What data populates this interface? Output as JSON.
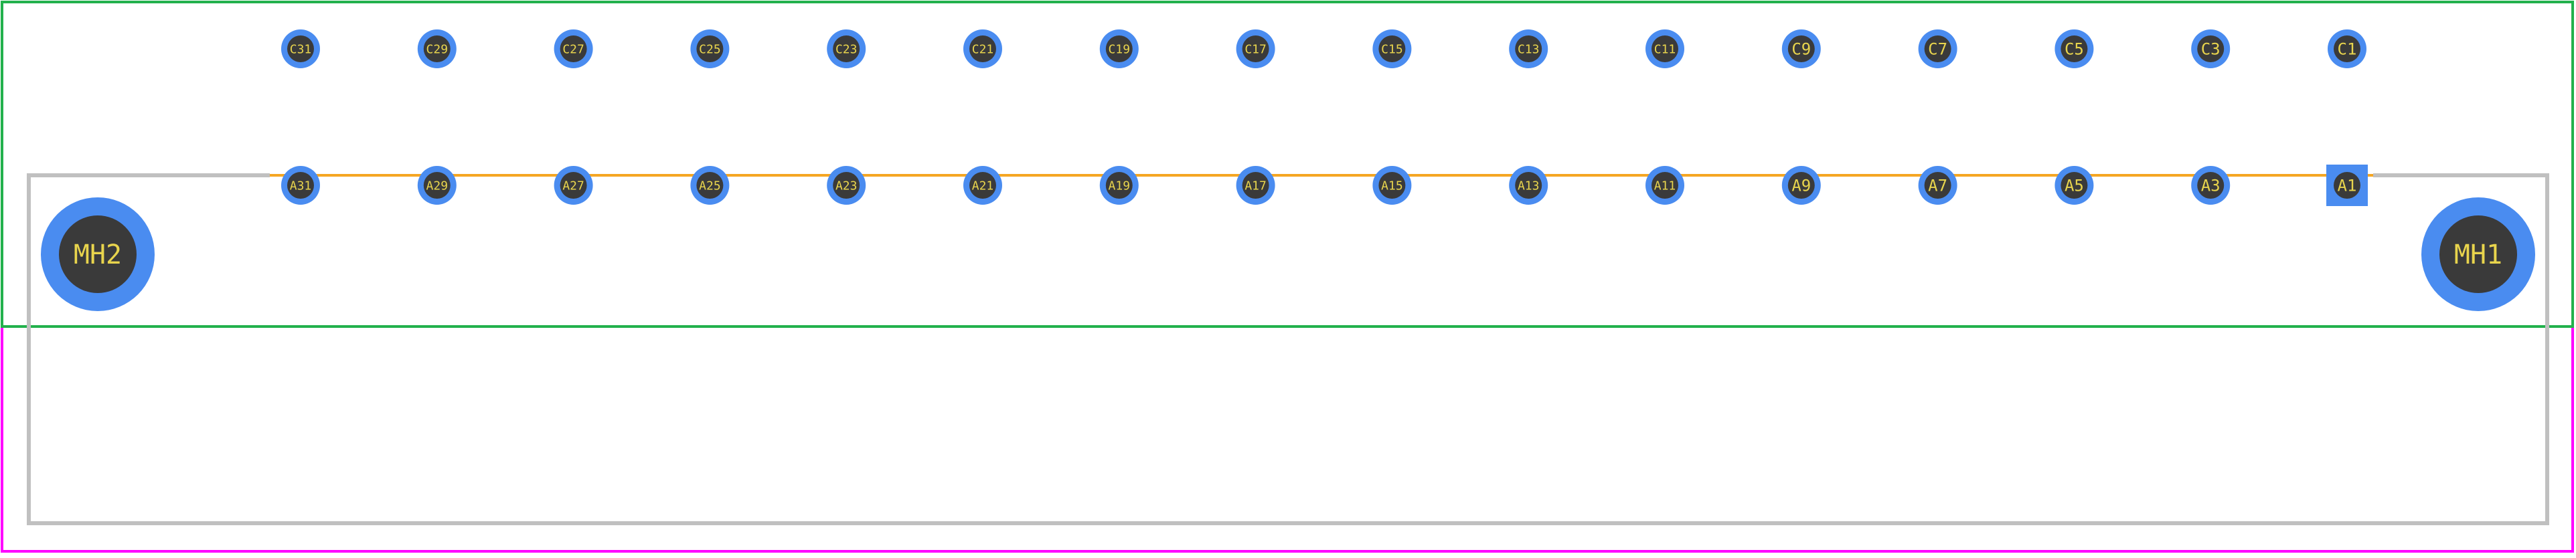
{
  "colors": {
    "background": "#ffffff",
    "courtyard": "#22b14c",
    "assembly": "#ff00ff",
    "silkscreen": "#c0c0c0",
    "trace": "#f5a623",
    "pad": "#4a8cf0",
    "drill": "#3a3a3a",
    "label": "#e8d44d"
  },
  "pads_top_row": [
    "C31",
    "C29",
    "C27",
    "C25",
    "C23",
    "C21",
    "C19",
    "C17",
    "C15",
    "C13",
    "C11",
    "C9",
    "C7",
    "C5",
    "C3",
    "C1"
  ],
  "pads_bottom_row": [
    "A31",
    "A29",
    "A27",
    "A25",
    "A23",
    "A21",
    "A19",
    "A17",
    "A15",
    "A13",
    "A11",
    "A9",
    "A7",
    "A5",
    "A3",
    "A1"
  ],
  "mounting_holes": {
    "left": "MH2",
    "right": "MH1"
  }
}
